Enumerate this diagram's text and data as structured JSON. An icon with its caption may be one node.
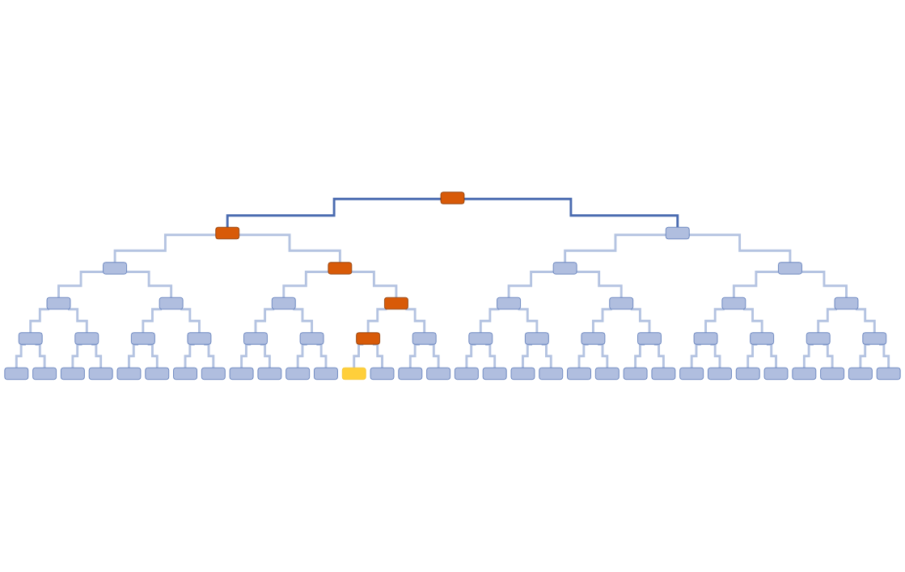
{
  "diagram": {
    "nodes": [
      {
        "text": [],
        "shape": "box"
      },
      {
        "text": [],
        "shape": "box"
      },
      {
        "text": [],
        "shape": "box"
      },
      {
        "text": [],
        "shape": "box"
      },
      {
        "text": [],
        "shape": "box"
      },
      {
        "text": [],
        "shape": "box"
      },
      {
        "text": [],
        "shape": "box"
      },
      {
        "text": [],
        "shape": "box"
      },
      {
        "text": [],
        "shape": "box"
      },
      {
        "text": [],
        "shape": "box"
      },
      {
        "text": [],
        "shape": "box"
      },
      {
        "text": [],
        "shape": "box"
      },
      {
        "text": [],
        "shape": "box"
      },
      {
        "text": [],
        "shape": "box"
      },
      {
        "text": [],
        "shape": "box"
      },
      {
        "text": [],
        "shape": "box"
      },
      {
        "text": [],
        "shape": "box"
      },
      {
        "text": [],
        "shape": "box"
      },
      {
        "text": [],
        "shape": "box"
      },
      {
        "text": [],
        "shape": "box"
      },
      {
        "text": [],
        "shape": "box"
      },
      {
        "text": [],
        "shape": "box"
      },
      {
        "text": [],
        "shape": "box"
      },
      {
        "text": [],
        "shape": "box"
      },
      {
        "text": [],
        "shape": "box"
      },
      {
        "text": [],
        "shape": "box"
      },
      {
        "text": [],
        "shape": "box"
      },
      {
        "text": [],
        "shape": "box"
      },
      {
        "text": [],
        "shape": "box"
      },
      {
        "text": [],
        "shape": "box"
      },
      {
        "text": [],
        "shape": "box"
      },
      {
        "text": [],
        "shape": "box"
      },
      {
        "text": [],
        "shape": "box"
      },
      {
        "text": [],
        "shape": "box"
      },
      {
        "text": [],
        "shape": "box"
      },
      {
        "text": [],
        "shape": "box"
      },
      {
        "text": [],
        "shape": "box"
      },
      {
        "text": [],
        "shape": "box"
      },
      {
        "text": [],
        "shape": "box"
      },
      {
        "text": [],
        "shape": "box"
      },
      {
        "text": [],
        "shape": "box"
      },
      {
        "text": [],
        "shape": "box"
      },
      {
        "text": [],
        "shape": "box"
      },
      {
        "text": [],
        "shape": "box"
      },
      {
        "text": [],
        "shape": "box"
      },
      {
        "text": [],
        "shape": "box"
      },
      {
        "text": [],
        "shape": "box"
      },
      {
        "text": [],
        "shape": "box"
      },
      {
        "text": [],
        "shape": "box"
      },
      {
        "text": [],
        "shape": "box"
      },
      {
        "text": [],
        "shape": "box"
      },
      {
        "text": [],
        "shape": "box"
      },
      {
        "text": [],
        "shape": "box"
      },
      {
        "text": [],
        "shape": "box"
      },
      {
        "text": [],
        "shape": "box"
      },
      {
        "text": [],
        "shape": "box"
      },
      {
        "text": [],
        "shape": "box"
      },
      {
        "text": [],
        "shape": "box"
      },
      {
        "text": [],
        "shape": "box"
      },
      {
        "text": [],
        "shape": "box"
      },
      {
        "text": [],
        "shape": "box"
      },
      {
        "text": [],
        "shape": "box"
      },
      {
        "text": [],
        "shape": "box"
      }
    ],
    "edges": [
      {
        "from": 0,
        "to": 1,
        "arrow": "none",
        "color": "#4a6bb0"
      },
      {
        "from": 0,
        "to": 2,
        "arrow": "none",
        "color": "#4a6bb0"
      },
      {
        "from": 1,
        "to": 3,
        "arrow": "none"
      },
      {
        "from": 1,
        "to": 4,
        "arrow": "none"
      },
      {
        "from": 2,
        "to": 5,
        "arrow": "none"
      },
      {
        "from": 2,
        "to": 6,
        "arrow": "none"
      },
      {
        "from": 3,
        "to": 7,
        "arrow": "none"
      },
      {
        "from": 3,
        "to": 8,
        "arrow": "none"
      },
      {
        "from": 4,
        "to": 9,
        "arrow": "none"
      },
      {
        "from": 4,
        "to": 10,
        "arrow": "none"
      },
      {
        "from": 5,
        "to": 11,
        "arrow": "none"
      },
      {
        "from": 5,
        "to": 12,
        "arrow": "none"
      },
      {
        "from": 6,
        "to": 13,
        "arrow": "none"
      },
      {
        "from": 6,
        "to": 14,
        "arrow": "none"
      },
      {
        "from": 7,
        "to": 15,
        "arrow": "none"
      },
      {
        "from": 7,
        "to": 16,
        "arrow": "none"
      },
      {
        "from": 8,
        "to": 17,
        "arrow": "none"
      },
      {
        "from": 8,
        "to": 18,
        "arrow": "none"
      },
      {
        "from": 9,
        "to": 19,
        "arrow": "none"
      },
      {
        "from": 9,
        "to": 20,
        "arrow": "none"
      },
      {
        "from": 10,
        "to": 21,
        "arrow": "none"
      },
      {
        "from": 10,
        "to": 22,
        "arrow": "none"
      },
      {
        "from": 11,
        "to": 23,
        "arrow": "none"
      },
      {
        "from": 11,
        "to": 24,
        "arrow": "none"
      },
      {
        "from": 12,
        "to": 25,
        "arrow": "none"
      },
      {
        "from": 12,
        "to": 26,
        "arrow": "none"
      },
      {
        "from": 13,
        "to": 27,
        "arrow": "none"
      },
      {
        "from": 13,
        "to": 28,
        "arrow": "none"
      },
      {
        "from": 14,
        "to": 29,
        "arrow": "none"
      },
      {
        "from": 14,
        "to": 30,
        "arrow": "none"
      },
      {
        "from": 15,
        "to": 31,
        "arrow": "none"
      },
      {
        "from": 15,
        "to": 32,
        "arrow": "none"
      },
      {
        "from": 16,
        "to": 33,
        "arrow": "none"
      },
      {
        "from": 16,
        "to": 34,
        "arrow": "none"
      },
      {
        "from": 17,
        "to": 35,
        "arrow": "none"
      },
      {
        "from": 17,
        "to": 36,
        "arrow": "none"
      },
      {
        "from": 18,
        "to": 37,
        "arrow": "none"
      },
      {
        "from": 18,
        "to": 38,
        "arrow": "none"
      },
      {
        "from": 19,
        "to": 39,
        "arrow": "none"
      },
      {
        "from": 19,
        "to": 40,
        "arrow": "none"
      },
      {
        "from": 20,
        "to": 41,
        "arrow": "none"
      },
      {
        "from": 20,
        "to": 42,
        "arrow": "none"
      },
      {
        "from": 21,
        "to": 43,
        "arrow": "none"
      },
      {
        "from": 21,
        "to": 44,
        "arrow": "none"
      },
      {
        "from": 22,
        "to": 45,
        "arrow": "none"
      },
      {
        "from": 22,
        "to": 46,
        "arrow": "none"
      },
      {
        "from": 23,
        "to": 47,
        "arrow": "none"
      },
      {
        "from": 23,
        "to": 48,
        "arrow": "none"
      },
      {
        "from": 24,
        "to": 49,
        "arrow": "none"
      },
      {
        "from": 24,
        "to": 50,
        "arrow": "none"
      },
      {
        "from": 25,
        "to": 51,
        "arrow": "none"
      },
      {
        "from": 25,
        "to": 52,
        "arrow": "none"
      },
      {
        "from": 26,
        "to": 53,
        "arrow": "none"
      },
      {
        "from": 26,
        "to": 54,
        "arrow": "none"
      },
      {
        "from": 27,
        "to": 55,
        "arrow": "none"
      },
      {
        "from": 27,
        "to": 56,
        "arrow": "none"
      },
      {
        "from": 28,
        "to": 57,
        "arrow": "none"
      },
      {
        "from": 28,
        "to": 58,
        "arrow": "none"
      },
      {
        "from": 29,
        "to": 59,
        "arrow": "none"
      },
      {
        "from": 29,
        "to": 60,
        "arrow": "none"
      },
      {
        "from": 30,
        "to": 61,
        "arrow": "none"
      },
      {
        "from": 30,
        "to": 62,
        "arrow": "none"
      }
    ]
  }
}
